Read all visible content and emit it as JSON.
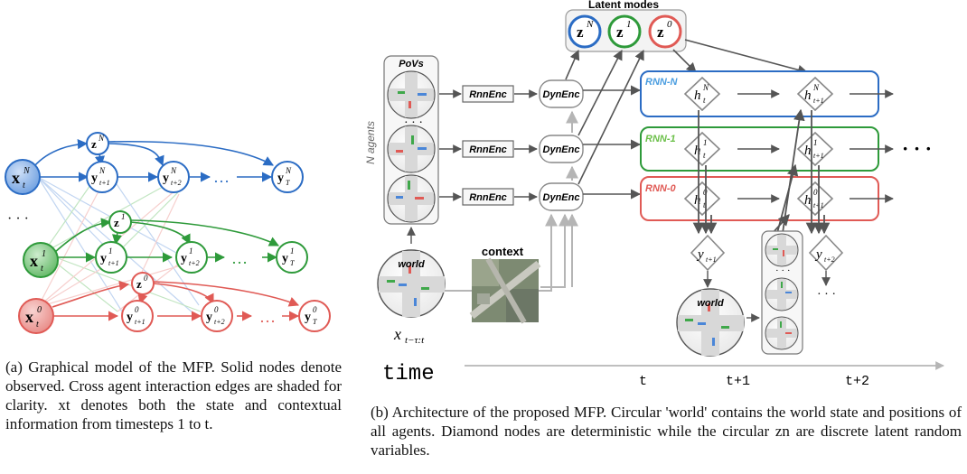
{
  "left": {
    "nodes": {
      "xN": "x",
      "xN_sup": "N",
      "xN_sub": "t",
      "x1": "x",
      "x1_sup": "1",
      "x1_sub": "t",
      "x0": "x",
      "x0_sup": "0",
      "x0_sub": "t",
      "zN": "z",
      "zN_sup": "N",
      "z1": "z",
      "z1_sup": "1",
      "z0": "z",
      "z0_sup": "0",
      "yN1": "y",
      "yN1_sup": "N",
      "yN1_sub": "t+1",
      "yN2": "y",
      "yN2_sup": "N",
      "yN2_sub": "t+2",
      "yNT": "y",
      "yNT_sup": "N",
      "yNT_sub": "T",
      "y11": "y",
      "y11_sup": "1",
      "y11_sub": "t+1",
      "y12": "y",
      "y12_sup": "1",
      "y12_sub": "t+2",
      "y1T": "y",
      "y1T_sup": "1",
      "y1T_sub": "T",
      "y01": "y",
      "y01_sup": "0",
      "y01_sub": "t+1",
      "y02": "y",
      "y02_sup": "0",
      "y02_sub": "t+2",
      "y0T": "y",
      "y0T_sup": "0",
      "y0T_sub": "T"
    },
    "ellipsis": "…",
    "ellipsis_vertical": "· · ·"
  },
  "right": {
    "latent_title": "Latent modes",
    "latent": {
      "zN_sup": "N",
      "z1_sup": "1",
      "z0_sup": "0",
      "z": "z"
    },
    "povs_label": "PoVs",
    "agents_label": "N agents",
    "world_label": "world",
    "context_label": "context",
    "x_input": "x",
    "x_input_sub": "t−τ:t",
    "rnnenc": "RnnEnc",
    "dynenc": "DynEnc",
    "rnn_rows": [
      {
        "label": "RNN-N",
        "sup": "N"
      },
      {
        "label": "RNN-1",
        "sup": "1"
      },
      {
        "label": "RNN-0",
        "sup": "0"
      }
    ],
    "h": "h",
    "h_sub1": "t",
    "h_sub2": "t+1",
    "y_a": "y",
    "y_a_sub": "t+1",
    "y_b": "y",
    "y_b_sub": "t+2",
    "dots_h": "· · ·",
    "dots_v": "· · ·",
    "time_label": "time",
    "ticks": [
      "t",
      "t+1",
      "t+2"
    ]
  },
  "captions": {
    "a": "(a) Graphical model of the MFP. Solid nodes denote observed. Cross agent interaction edges are shaded for clarity. xt denotes both the state and contextual information from timesteps 1 to t.",
    "b": "(b) Architecture of the proposed MFP. Circular 'world' contains the world state and positions of all agents. Diamond nodes are deterministic while the circular zn are discrete latent random variables."
  },
  "colors": {
    "blue": "#2b6cc4",
    "green": "#2e9a3a",
    "red": "#e05a55",
    "grey": "#8a8a8a",
    "dark": "#555555"
  }
}
